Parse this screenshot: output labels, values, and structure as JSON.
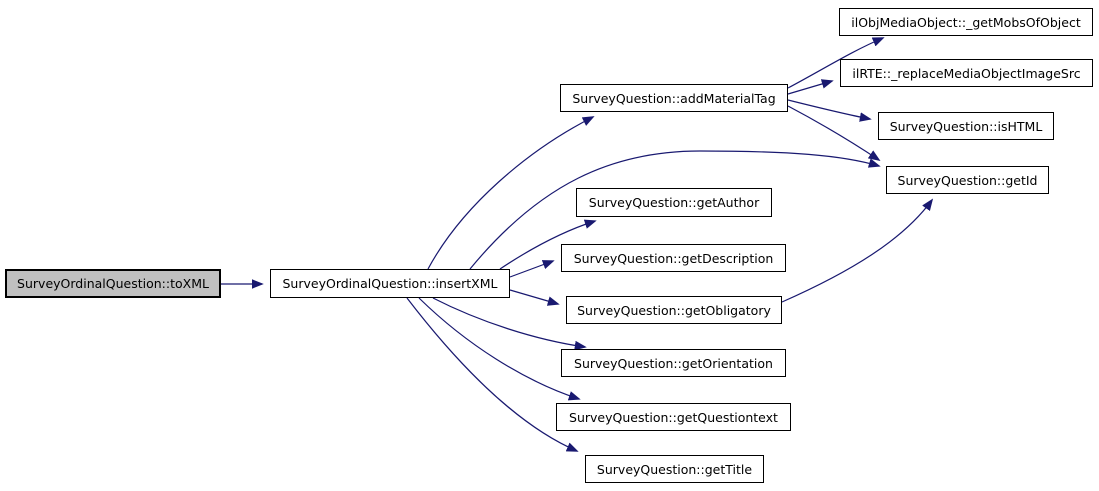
{
  "diagram": {
    "kind": "call-graph",
    "edge_color": "#191970",
    "node_border_color": "#000000",
    "node_fill_color": "#ffffff",
    "current_node_fill": "#c0c0c0",
    "nodes": [
      {
        "id": "toXML",
        "label": "SurveyOrdinalQuestion::toXML",
        "current": true
      },
      {
        "id": "insertXML",
        "label": "SurveyOrdinalQuestion::insertXML",
        "current": false
      },
      {
        "id": "addMaterialTag",
        "label": "SurveyQuestion::addMaterialTag",
        "current": false
      },
      {
        "id": "getMobsOfObject",
        "label": "ilObjMediaObject::_getMobsOfObject",
        "current": false
      },
      {
        "id": "replaceMediaObjectImageSrc",
        "label": "ilRTE::_replaceMediaObjectImageSrc",
        "current": false
      },
      {
        "id": "isHTML",
        "label": "SurveyQuestion::isHTML",
        "current": false
      },
      {
        "id": "getId",
        "label": "SurveyQuestion::getId",
        "current": false
      },
      {
        "id": "getAuthor",
        "label": "SurveyQuestion::getAuthor",
        "current": false
      },
      {
        "id": "getDescription",
        "label": "SurveyQuestion::getDescription",
        "current": false
      },
      {
        "id": "getObligatory",
        "label": "SurveyQuestion::getObligatory",
        "current": false
      },
      {
        "id": "getOrientation",
        "label": "SurveyQuestion::getOrientation",
        "current": false
      },
      {
        "id": "getQuestiontext",
        "label": "SurveyQuestion::getQuestiontext",
        "current": false
      },
      {
        "id": "getTitle",
        "label": "SurveyQuestion::getTitle",
        "current": false
      }
    ],
    "edges": [
      {
        "from": "SurveyOrdinalQuestion::toXML",
        "to": "SurveyOrdinalQuestion::insertXML"
      },
      {
        "from": "SurveyOrdinalQuestion::insertXML",
        "to": "SurveyQuestion::addMaterialTag"
      },
      {
        "from": "SurveyOrdinalQuestion::insertXML",
        "to": "SurveyQuestion::getId"
      },
      {
        "from": "SurveyOrdinalQuestion::insertXML",
        "to": "SurveyQuestion::getAuthor"
      },
      {
        "from": "SurveyOrdinalQuestion::insertXML",
        "to": "SurveyQuestion::getDescription"
      },
      {
        "from": "SurveyOrdinalQuestion::insertXML",
        "to": "SurveyQuestion::getObligatory"
      },
      {
        "from": "SurveyOrdinalQuestion::insertXML",
        "to": "SurveyQuestion::getOrientation"
      },
      {
        "from": "SurveyOrdinalQuestion::insertXML",
        "to": "SurveyQuestion::getQuestiontext"
      },
      {
        "from": "SurveyOrdinalQuestion::insertXML",
        "to": "SurveyQuestion::getTitle"
      },
      {
        "from": "SurveyQuestion::addMaterialTag",
        "to": "ilObjMediaObject::_getMobsOfObject"
      },
      {
        "from": "SurveyQuestion::addMaterialTag",
        "to": "ilRTE::_replaceMediaObjectImageSrc"
      },
      {
        "from": "SurveyQuestion::addMaterialTag",
        "to": "SurveyQuestion::isHTML"
      },
      {
        "from": "SurveyQuestion::addMaterialTag",
        "to": "SurveyQuestion::getId"
      },
      {
        "from": "SurveyQuestion::getObligatory",
        "to": "SurveyQuestion::getId"
      }
    ]
  }
}
